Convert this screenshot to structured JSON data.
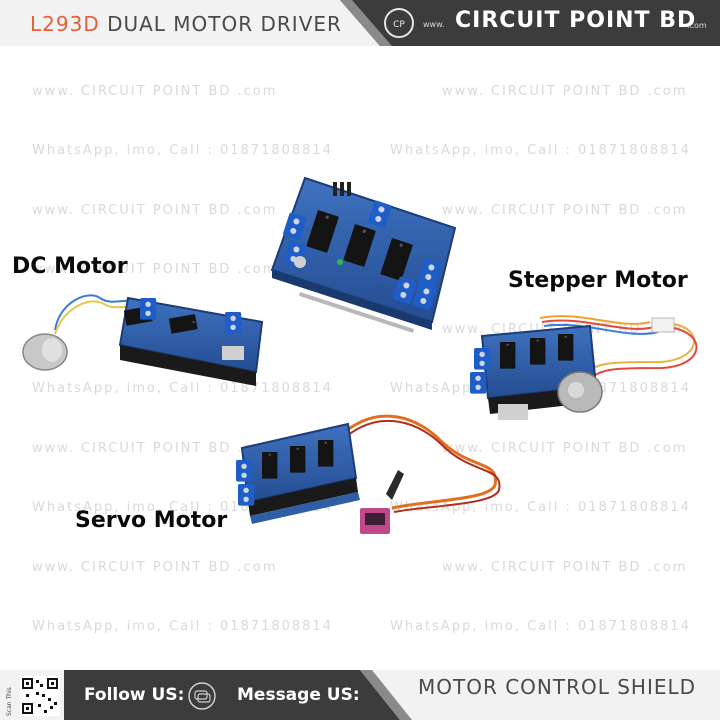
{
  "header": {
    "model": "L293D",
    "title_rest": "DUAL MOTOR DRIVER",
    "brand_site_prefix": "www.",
    "brand_name": "CIRCUIT POINT BD",
    "brand_tld": ".com",
    "logo_icon": "circuit-point-logo-icon"
  },
  "watermark": {
    "site": "www. CIRCUIT POINT BD .com",
    "contact": "WhatsApp, imo, Call : 01871808814"
  },
  "labels": {
    "dc_motor": "DC Motor",
    "stepper_motor": "Stepper Motor",
    "servo_motor": "Servo Motor"
  },
  "footer": {
    "scan_text": "Scan This",
    "follow_label": "Follow US:",
    "message_label": "Message US:",
    "shield_title": "MOTOR CONTROL SHIELD",
    "qr_icon": "qr-code-icon",
    "chat_icon": "chat-bubble-icon"
  },
  "colors": {
    "header_dark": "#3c3c3c",
    "header_light": "#f2f2f2",
    "accent": "#e0603a",
    "board_blue": "#2e5fa8",
    "terminal_blue": "#1f5ec9",
    "pcb_dark": "#1a1a1a"
  }
}
